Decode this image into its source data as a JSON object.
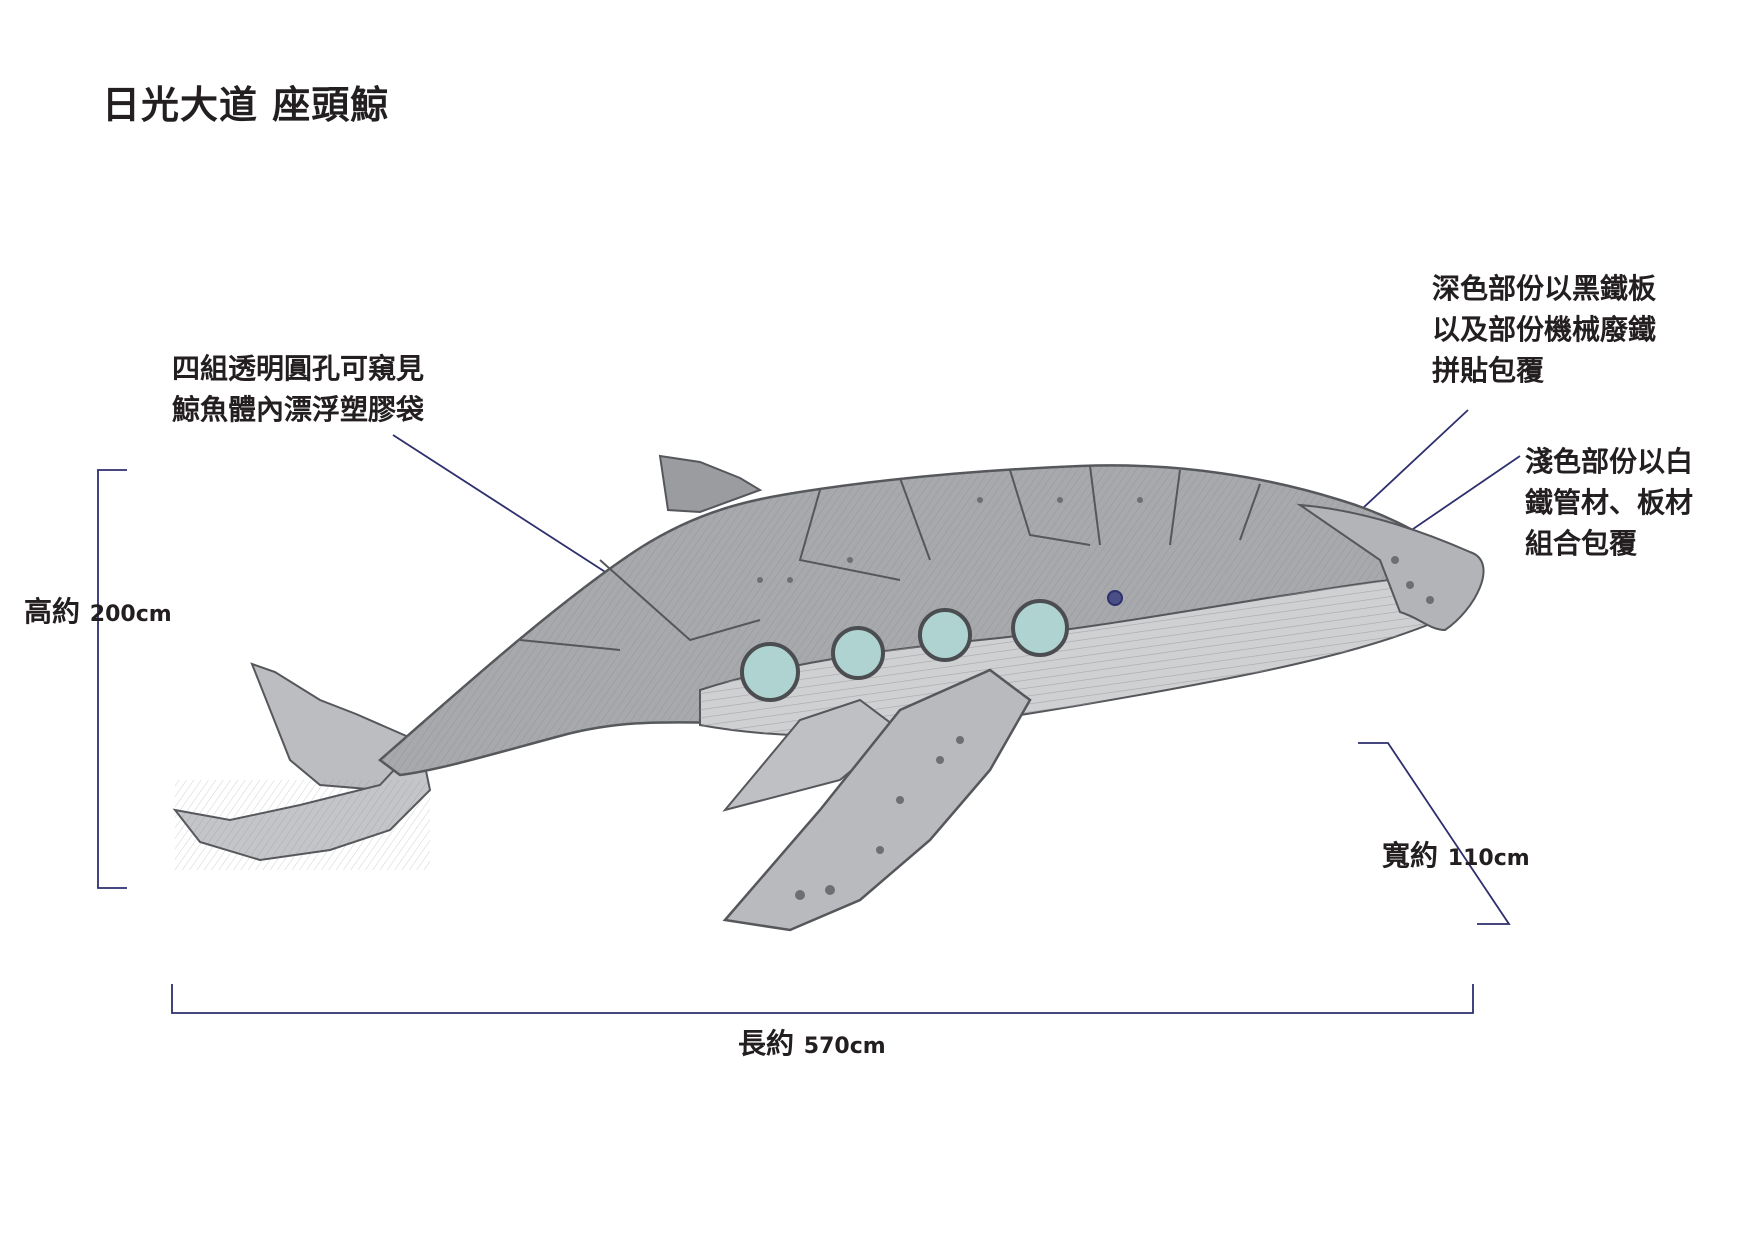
{
  "title": "日光大道 座頭鯨",
  "annotations": {
    "windows": [
      "四組透明圓孔可窺見",
      "鯨魚體內漂浮塑膠袋"
    ],
    "dark_parts": [
      "深色部份以黑鐵板",
      "以及部份機械廢鐵",
      "拼貼包覆"
    ],
    "light_parts": [
      "淺色部份以白",
      "鐵管材、板材",
      "組合包覆"
    ]
  },
  "dimensions": {
    "height": {
      "label": "高約",
      "value": "200cm"
    },
    "width": {
      "label": "寬約",
      "value": "110cm"
    },
    "length": {
      "label": "長約",
      "value": "570cm"
    }
  },
  "colors": {
    "dimension_line": "#2e2f6e",
    "window_glass": "#aed3d1",
    "body_light": "#bcbdc0",
    "body_dark": "#8d8f93"
  }
}
